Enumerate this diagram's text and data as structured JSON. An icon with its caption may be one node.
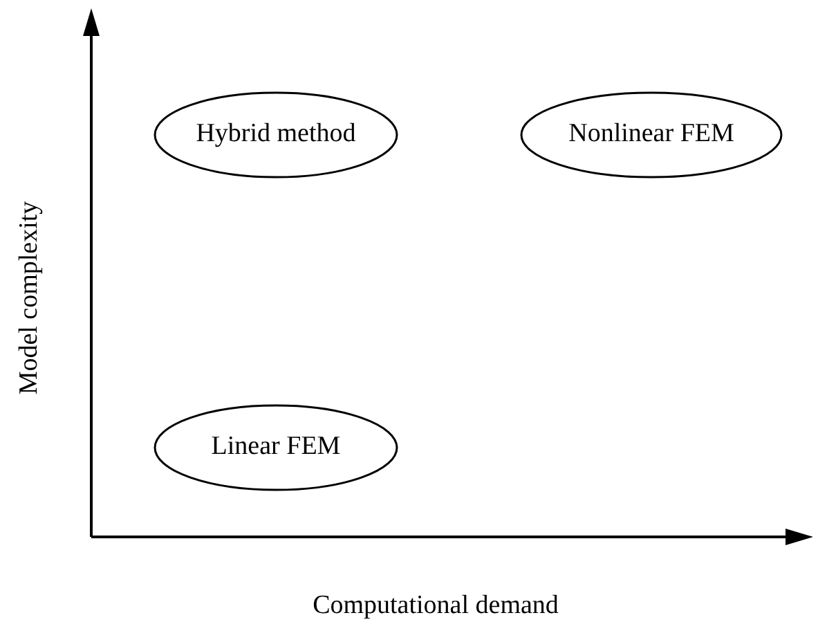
{
  "diagram": {
    "nodes": [
      {
        "text": [
          "Hybrid method"
        ]
      },
      {
        "text": [
          "Nonlinear FEM"
        ]
      },
      {
        "text": [
          "Linear FEM"
        ]
      }
    ],
    "labels": [
      "Model complexity",
      "Computational demand"
    ]
  }
}
